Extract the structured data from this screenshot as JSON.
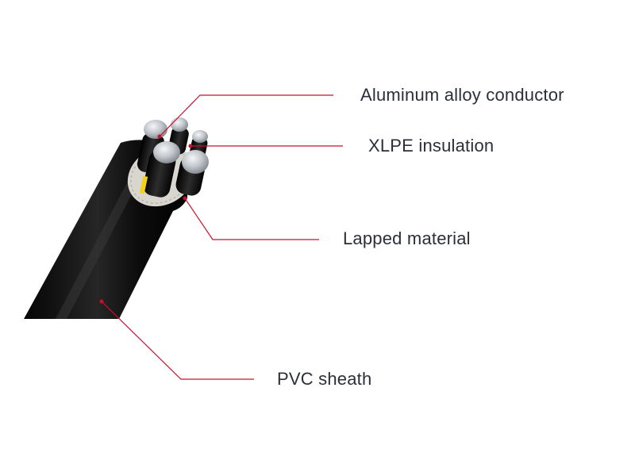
{
  "diagram": {
    "labels": {
      "conductor": "Aluminum alloy conductor",
      "insulation": "XLPE insulation",
      "lapped": "Lapped material",
      "sheath": "PVC sheath"
    },
    "colors": {
      "leader_line": "#c8102e",
      "sheath": "#111111",
      "insulation": "#1a1a1a",
      "conductor": "#c9ced3",
      "lapped": "#d9d6d0",
      "marker_yellow": "#f2d21b",
      "label_text": "#2a2f3a"
    }
  }
}
